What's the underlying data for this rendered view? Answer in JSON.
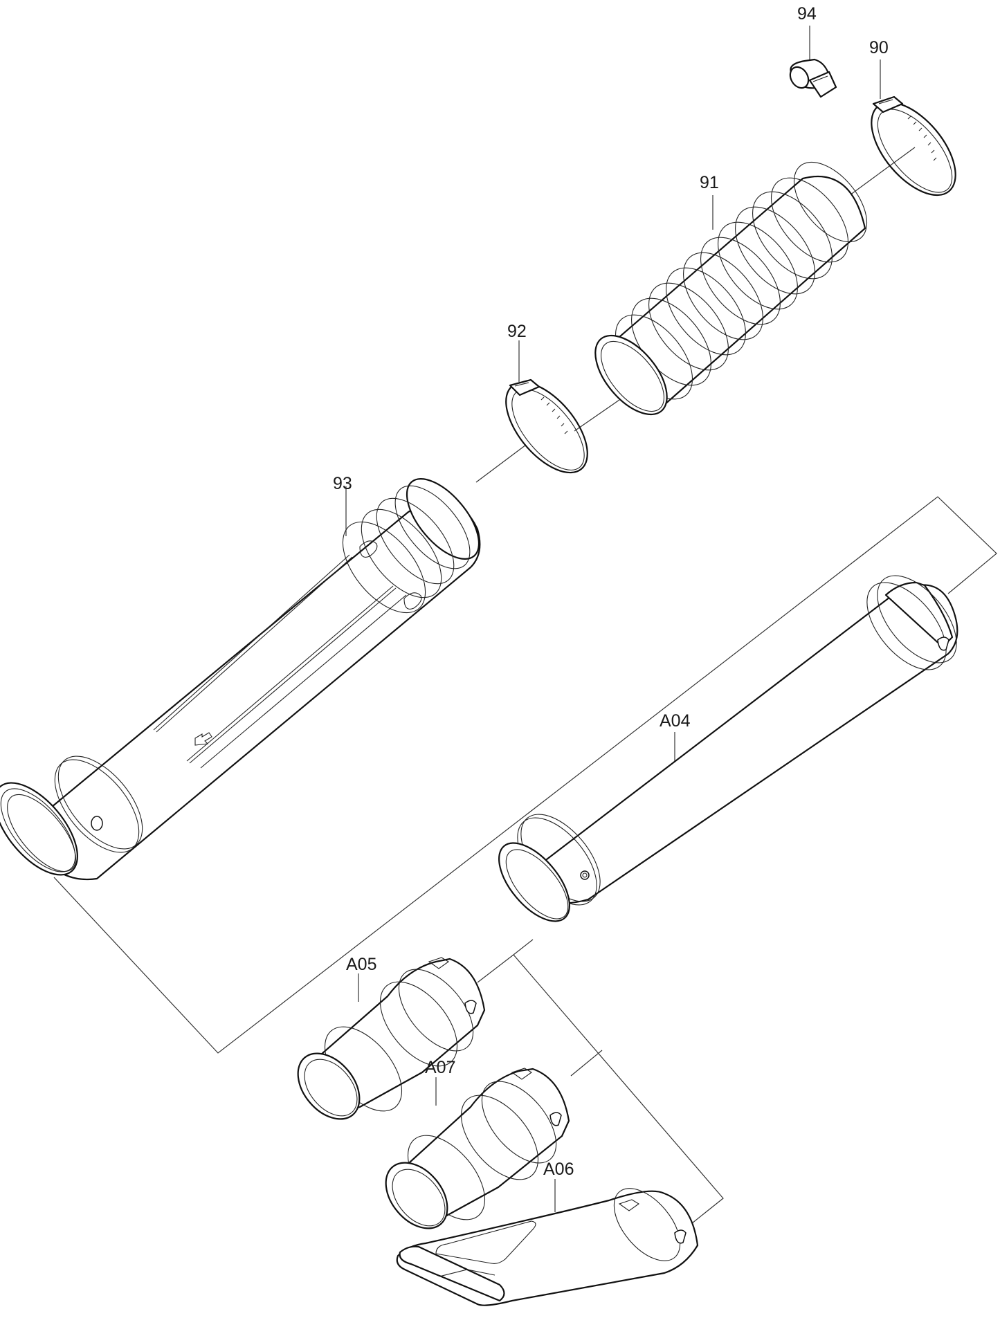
{
  "diagram": {
    "type": "exploded-parts-diagram",
    "background": "#ffffff",
    "line_color": "#111111",
    "parts": [
      {
        "id": "94",
        "label": "94",
        "description": "clip"
      },
      {
        "id": "90",
        "label": "90",
        "description": "hose clamp"
      },
      {
        "id": "91",
        "label": "91",
        "description": "bellows hose"
      },
      {
        "id": "92",
        "label": "92",
        "description": "hose clamp"
      },
      {
        "id": "93",
        "label": "93",
        "description": "pipe with arrow mark"
      },
      {
        "id": "A04",
        "label": "A04",
        "description": "straight pipe"
      },
      {
        "id": "A05",
        "label": "A05",
        "description": "round nozzle"
      },
      {
        "id": "A07",
        "label": "A07",
        "description": "round nozzle"
      },
      {
        "id": "A06",
        "label": "A06",
        "description": "flat nozzle"
      }
    ]
  }
}
